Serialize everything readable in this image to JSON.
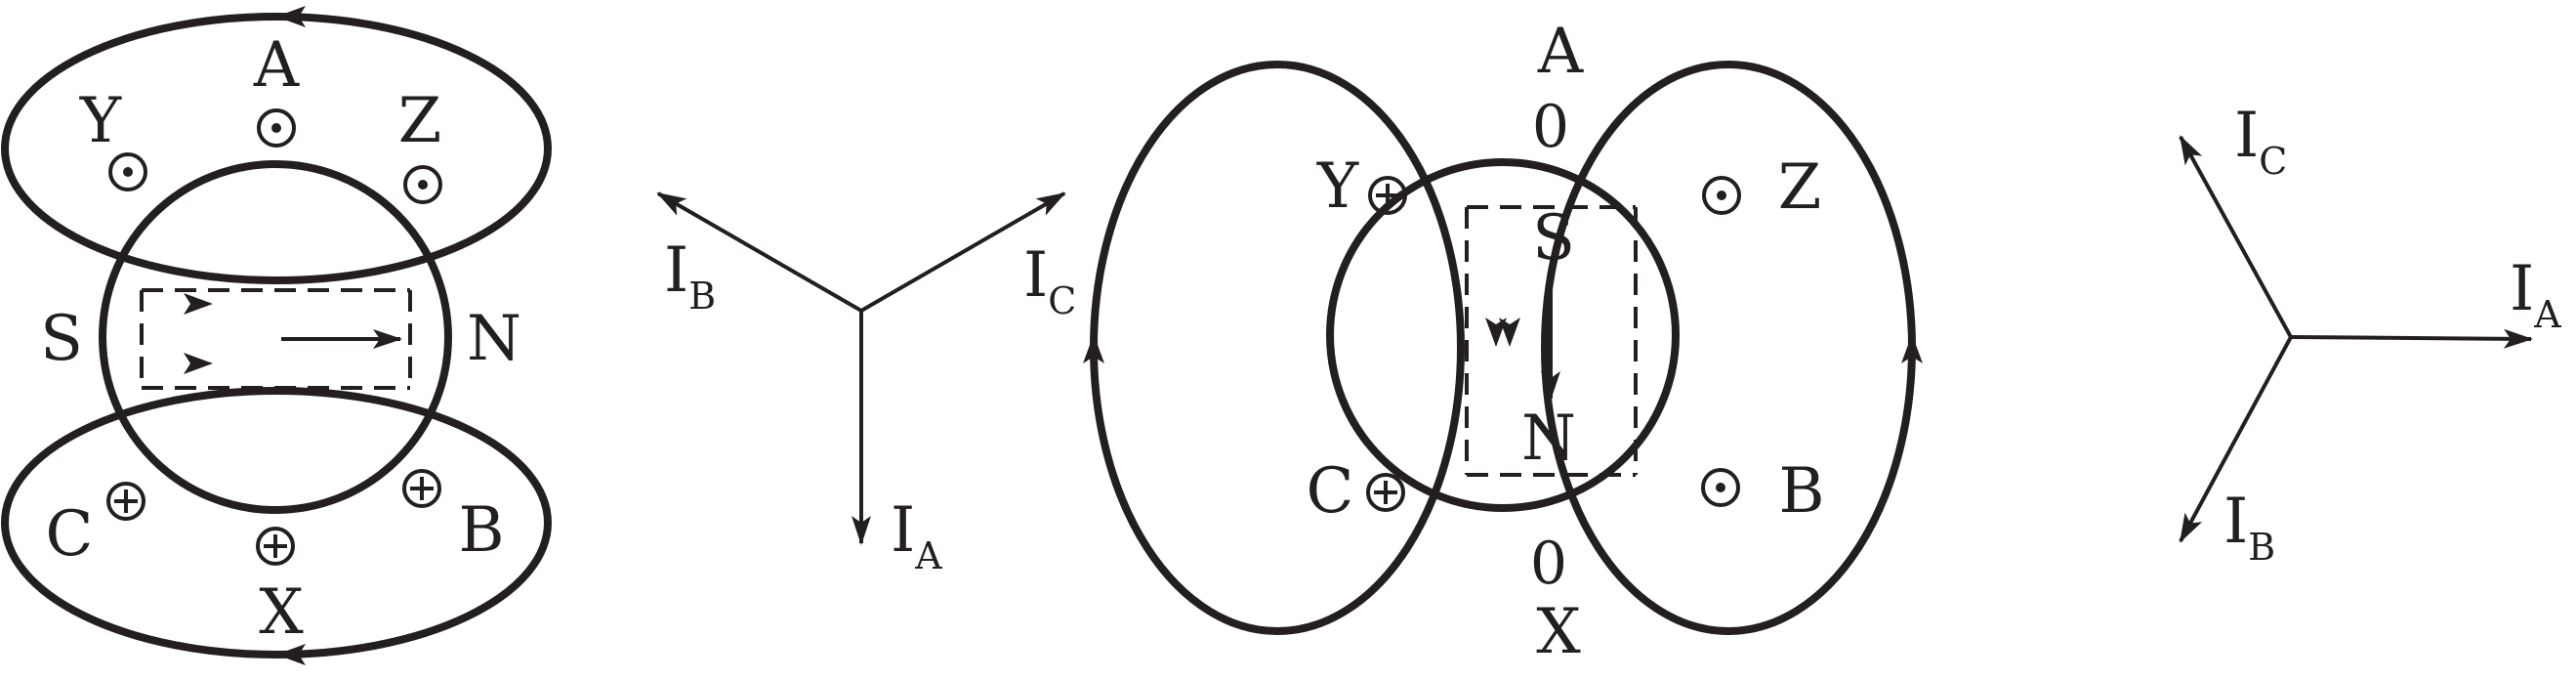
{
  "figure": {
    "colors": {
      "ink": "#231f20",
      "background": "#ffffff"
    },
    "diagram_1": {
      "phase_labels": {
        "a": "A",
        "x": "X",
        "y": "Y",
        "z": "Z",
        "b": "B",
        "c": "C"
      },
      "pole_labels": {
        "south": "S",
        "north": "N"
      }
    },
    "phasor_1": {
      "a": {
        "main": "I",
        "sub": "A"
      },
      "b": {
        "main": "I",
        "sub": "B"
      },
      "c": {
        "main": "I",
        "sub": "C"
      }
    },
    "diagram_2": {
      "phase_labels": {
        "a": "A",
        "x": "X",
        "y": "Y",
        "z": "Z",
        "b": "B",
        "c": "C"
      },
      "pole_labels": {
        "south": "S",
        "north": "N"
      },
      "zero_top": "0",
      "zero_bottom": "0"
    },
    "phasor_2": {
      "a": {
        "main": "I",
        "sub": "A"
      },
      "b": {
        "main": "I",
        "sub": "B"
      },
      "c": {
        "main": "I",
        "sub": "C"
      }
    }
  }
}
